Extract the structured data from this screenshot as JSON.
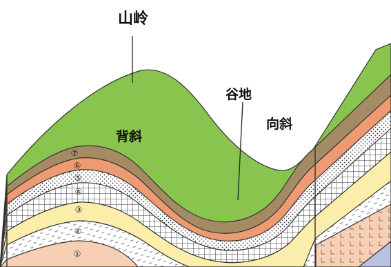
{
  "labels": {
    "ridge": "山岭",
    "anticline": "背斜",
    "valley": "谷地",
    "syncline": "向斜"
  },
  "layers": [
    {
      "marker": "①",
      "fill": "#f7cfb4",
      "pattern": "plain"
    },
    {
      "marker": "②",
      "fill": "#ffffff",
      "pattern": "dashes"
    },
    {
      "marker": "③",
      "fill": "#fbeeaa",
      "pattern": "plain"
    },
    {
      "marker": "④",
      "fill": "#ffffff",
      "pattern": "grid"
    },
    {
      "marker": "⑤",
      "fill": "#ffffff",
      "pattern": "dots"
    },
    {
      "marker": "⑥",
      "fill": "#ee9a72",
      "pattern": "plain"
    },
    {
      "marker": "⑦",
      "fill": "#a58b63",
      "pattern": "plain"
    }
  ],
  "colors": {
    "surface": "#89c44e",
    "deep_layer": "#b9c1e0"
  }
}
